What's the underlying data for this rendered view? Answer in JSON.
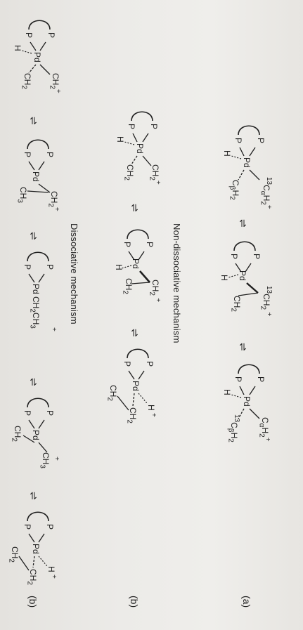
{
  "panel_a": {
    "label": "(a)",
    "species1": {
      "p_top": "P",
      "p_bottom": "P",
      "pd": "Pd",
      "upper": "<sup>13</sup>C<sub>α</sub>H<sub>2</sub><sup>+</sup>",
      "lower": "C<sub>β</sub>H<sub>2</sub>",
      "h": "H"
    },
    "arrow1": "⇌",
    "species2": {
      "p_top": "P",
      "p_bottom": "P",
      "pd": "Pd",
      "upper": "<sup>13</sup>CH<sub>2</sub> <sup>+</sup>",
      "lower": "CH<sub>2</sub>",
      "h": "H"
    },
    "arrow2": "⇌",
    "species3": {
      "p_top": "P",
      "p_bottom": "P",
      "pd": "Pd",
      "upper": "C<sub>α</sub>H<sub>2</sub><sup>+</sup>",
      "lower": "<sup>13</sup>C<sub>β</sub>H<sub>2</sub>",
      "h": "H"
    }
  },
  "section_non_dissociative": "Non-dissociative mechanism",
  "panel_b1": {
    "label": "(b)",
    "species1": {
      "p_top": "P",
      "p_bottom": "P",
      "pd": "Pd",
      "upper": "CH<sub>2</sub><sup>+</sup>",
      "lower": "CH<sub>2</sub>",
      "h": "H"
    },
    "arrow1": "⇌",
    "species2": {
      "p_top": "P",
      "p_bottom": "P",
      "pd": "Pd",
      "upper": "CH<sub>2</sub> <sup>+</sup>",
      "lower": "CH<sub>2</sub>",
      "h": "H"
    },
    "arrow2": "⇌",
    "species3": {
      "p_top": "P",
      "p_bottom": "P",
      "pd": "Pd",
      "upper": "H <sup>+</sup>",
      "lower": "CH<sub>2</sub>",
      "extra": "CH<sub>2</sub>"
    }
  },
  "section_dissociative": "Dissociative mechanism",
  "panel_b2": {
    "label": "(b)",
    "species1": {
      "p_top": "P",
      "p_bottom": "P",
      "pd": "Pd",
      "upper": "CH<sub>2</sub><sup>+</sup>",
      "lower": "CH<sub>2</sub>",
      "h": "H"
    },
    "arrow1": "⇌",
    "species2": {
      "p_top": "P",
      "p_bottom": "P",
      "pd": "Pd",
      "upper": "CH<sub>2</sub><sup>+</sup>",
      "lower": "CH<sub>3</sub>"
    },
    "arrow2": "⇌",
    "species3": {
      "p_top": "P",
      "p_bottom": "P",
      "pd": "Pd CH<sub>2</sub>CH<sub>3</sub>",
      "charge": "<sup>+</sup>"
    },
    "arrow3": "⇌",
    "species4": {
      "p_top": "P",
      "p_bottom": "P",
      "pd": "Pd",
      "upper": "<sup>+</sup>",
      "lower": "CH<sub>2</sub>",
      "extra": "CH<sub>3</sub>"
    },
    "arrow4": "⇌",
    "species5": {
      "p_top": "P",
      "p_bottom": "P",
      "pd": "Pd",
      "upper": "H <sup>+</sup>",
      "lower": "CH<sub>2</sub>",
      "extra": "CH<sub>2</sub>"
    }
  }
}
